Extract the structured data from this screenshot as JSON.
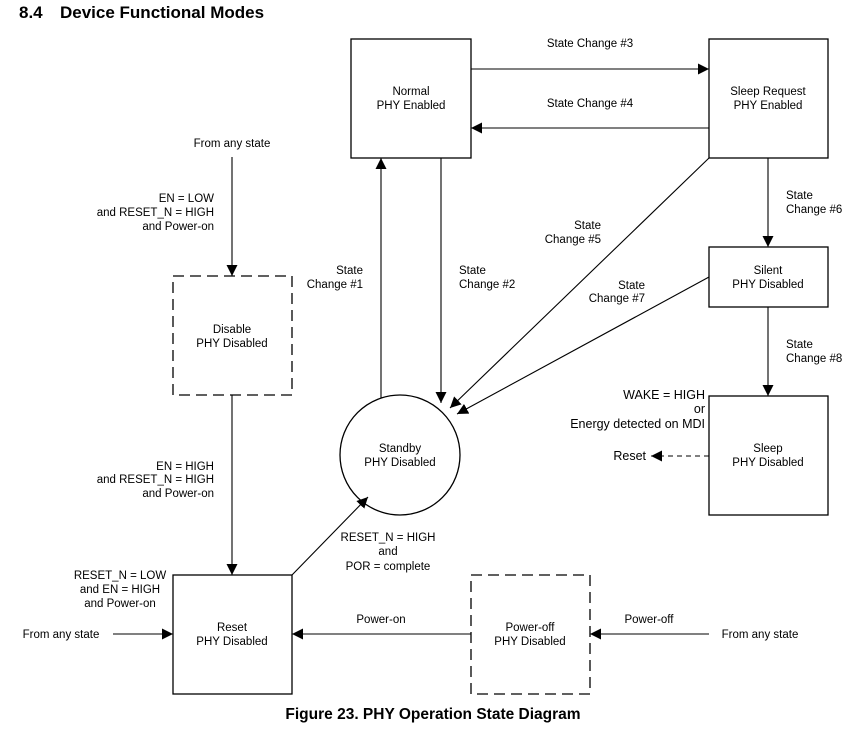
{
  "section": {
    "number": "8.4",
    "title": "Device Functional Modes"
  },
  "figure": {
    "caption": "Figure 23.  PHY Operation State Diagram"
  },
  "states": {
    "normal": {
      "name": "Normal",
      "sub": "PHY Enabled",
      "border": "solid"
    },
    "sleep_request": {
      "name": "Sleep Request",
      "sub": "PHY Enabled",
      "border": "solid"
    },
    "silent": {
      "name": "Silent",
      "sub": "PHY Disabled",
      "border": "solid"
    },
    "sleep": {
      "name": "Sleep",
      "sub": "PHY Disabled",
      "border": "solid"
    },
    "standby": {
      "name": "Standby",
      "sub": "PHY Disabled",
      "border": "solid",
      "shape": "circle"
    },
    "disable": {
      "name": "Disable",
      "sub": "PHY Disabled",
      "border": "dashed"
    },
    "reset": {
      "name": "Reset",
      "sub": "PHY Disabled",
      "border": "solid"
    },
    "power_off": {
      "name": "Power-off",
      "sub": "PHY Disabled",
      "border": "dashed"
    }
  },
  "transitions": [
    {
      "id": "sc1",
      "from": "Standby",
      "to": "Normal",
      "label": [
        "State",
        "Change #1"
      ]
    },
    {
      "id": "sc2",
      "from": "Normal",
      "to": "Standby",
      "label": [
        "State",
        "Change #2"
      ]
    },
    {
      "id": "sc3",
      "from": "Normal",
      "to": "Sleep Request",
      "label": [
        "State Change #3"
      ]
    },
    {
      "id": "sc4",
      "from": "Sleep Request",
      "to": "Normal",
      "label": [
        "State Change #4"
      ]
    },
    {
      "id": "sc5",
      "from": "Sleep Request",
      "to": "Standby",
      "label": [
        "State",
        "Change #5"
      ]
    },
    {
      "id": "sc6",
      "from": "Sleep Request",
      "to": "Silent",
      "label": [
        "State",
        "Change #6"
      ]
    },
    {
      "id": "sc7",
      "from": "Silent",
      "to": "Standby",
      "label": [
        "State",
        "Change #7"
      ]
    },
    {
      "id": "sc8",
      "from": "Silent",
      "to": "Sleep",
      "label": [
        "State",
        "Change #8"
      ]
    },
    {
      "id": "any_to_disable",
      "from": "From any state",
      "to": "Disable",
      "label": [
        "EN = LOW",
        "and RESET_N = HIGH",
        "and Power-on"
      ]
    },
    {
      "id": "disable_to_reset",
      "from": "Disable",
      "to": "Reset",
      "label": [
        "EN = HIGH",
        "and RESET_N = HIGH",
        "and Power-on"
      ]
    },
    {
      "id": "reset_to_standby",
      "from": "Reset",
      "to": "Standby",
      "label": [
        "RESET_N = HIGH",
        "and",
        "POR = complete"
      ]
    },
    {
      "id": "any_to_reset",
      "from": "From any state",
      "to": "Reset",
      "label": [
        "RESET_N = LOW",
        "and EN = HIGH",
        "and Power-on"
      ]
    },
    {
      "id": "poweroff_to_reset",
      "from": "Power-off",
      "to": "Reset",
      "label": [
        "Power-on"
      ]
    },
    {
      "id": "any_to_poweroff",
      "from": "From any state",
      "to": "Power-off",
      "label": [
        "Power-off"
      ]
    },
    {
      "id": "sleep_to_reset",
      "from": "Sleep",
      "to": "Reset",
      "style": "dashed",
      "label": [
        "WAKE = HIGH",
        "or",
        "Energy detected on MDI"
      ]
    }
  ],
  "external": {
    "from_any_state": "From any state",
    "reset_target": "Reset"
  }
}
